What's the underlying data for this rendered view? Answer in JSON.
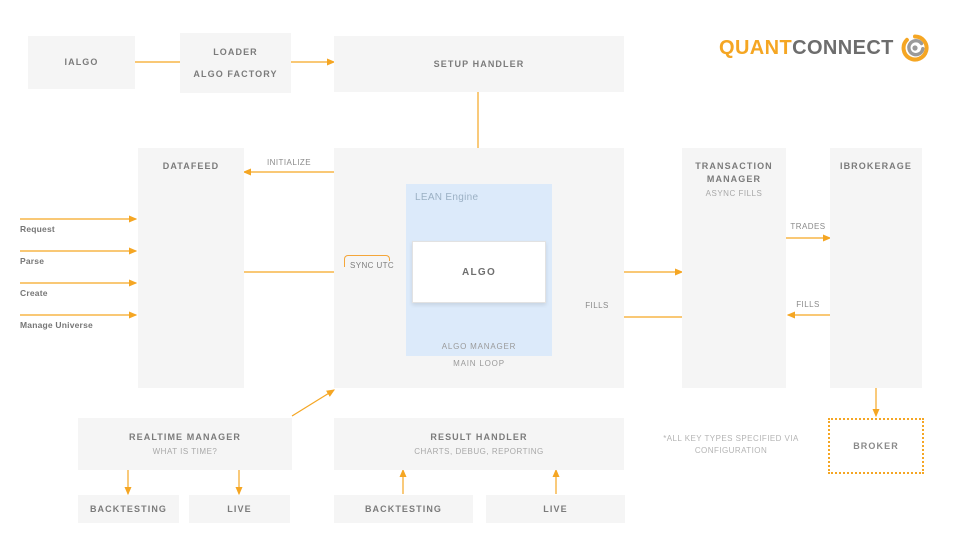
{
  "brand": {
    "name_part1": "QUANT",
    "name_part2": "CONNECT",
    "logo_icon": "quantconnect-swirl-icon",
    "accent_color": "#f5a623",
    "gray_color": "#6d6d6d"
  },
  "palette": {
    "box_fill": "#f5f5f5",
    "box_title": "#7b7b7b",
    "box_subtitle": "#a8a8a8",
    "lean_panel_fill": "#dceafa",
    "arrow": "#f5a623",
    "algo_fill": "#ffffff"
  },
  "nodes": {
    "ialgo": {
      "title": "IALGO"
    },
    "loader": {
      "title": "LOADER",
      "title2": "ALGO FACTORY"
    },
    "setup_handler": {
      "title": "SETUP HANDLER"
    },
    "datafeed": {
      "title": "DATAFEED"
    },
    "lean_engine": {
      "panel_label": "LEAN Engine",
      "algo_label": "ALGO",
      "algo_manager": "ALGO MANAGER",
      "main_loop": "MAIN LOOP"
    },
    "transaction_manager": {
      "title": "TRANSACTION\nMANAGER",
      "subtitle": "ASYNC FILLS"
    },
    "ibrokerage": {
      "title": "IBROKERAGE"
    },
    "broker": {
      "title": "BROKER"
    },
    "realtime_manager": {
      "title": "REALTIME MANAGER",
      "subtitle": "WHAT IS TIME?"
    },
    "result_handler": {
      "title": "RESULT HANDLER",
      "subtitle": "CHARTS, DEBUG, REPORTING"
    },
    "rt_backtesting": {
      "title": "BACKTESTING"
    },
    "rt_live": {
      "title": "LIVE"
    },
    "rh_backtesting": {
      "title": "BACKTESTING"
    },
    "rh_live": {
      "title": "LIVE"
    }
  },
  "edge_labels": {
    "initialize": "INITIALIZE",
    "sync_utc": "SYNC UTC",
    "trades": "TRADES",
    "fills_left": "FILLS",
    "fills_right": "FILLS"
  },
  "inputs": [
    {
      "label": "Request"
    },
    {
      "label": "Parse"
    },
    {
      "label": "Create"
    },
    {
      "label": "Manage Universe"
    }
  ],
  "footnote": {
    "text": "*ALL KEY TYPES SPECIFIED VIA\nCONFIGURATION"
  }
}
